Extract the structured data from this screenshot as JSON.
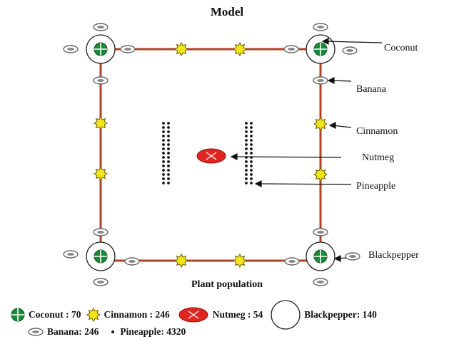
{
  "title": "Model",
  "subtitle": "Plant population",
  "callouts": {
    "coconut": "Coconut",
    "banana": "Banana",
    "cinnamon": "Cinnamon",
    "nutmeg": "Nutmeg",
    "pineapple": "Pineapple",
    "blackpepper": "Blackpepper"
  },
  "legend": {
    "coconut": "Coconut : 70",
    "cinnamon": "Cinnamon : 246",
    "nutmeg": "Nutmeg : 54",
    "blackpepper": "Blackpepper: 140",
    "banana": "Banana: 246",
    "pineapple": "Pineapple: 4320"
  },
  "colors": {
    "coconut": "#1a8a3a",
    "cinnamon": "#f2e51c",
    "nutmeg": "#e0261f",
    "boundary": "#b0412a",
    "banana": "#777777",
    "pineapple": "#111111"
  }
}
